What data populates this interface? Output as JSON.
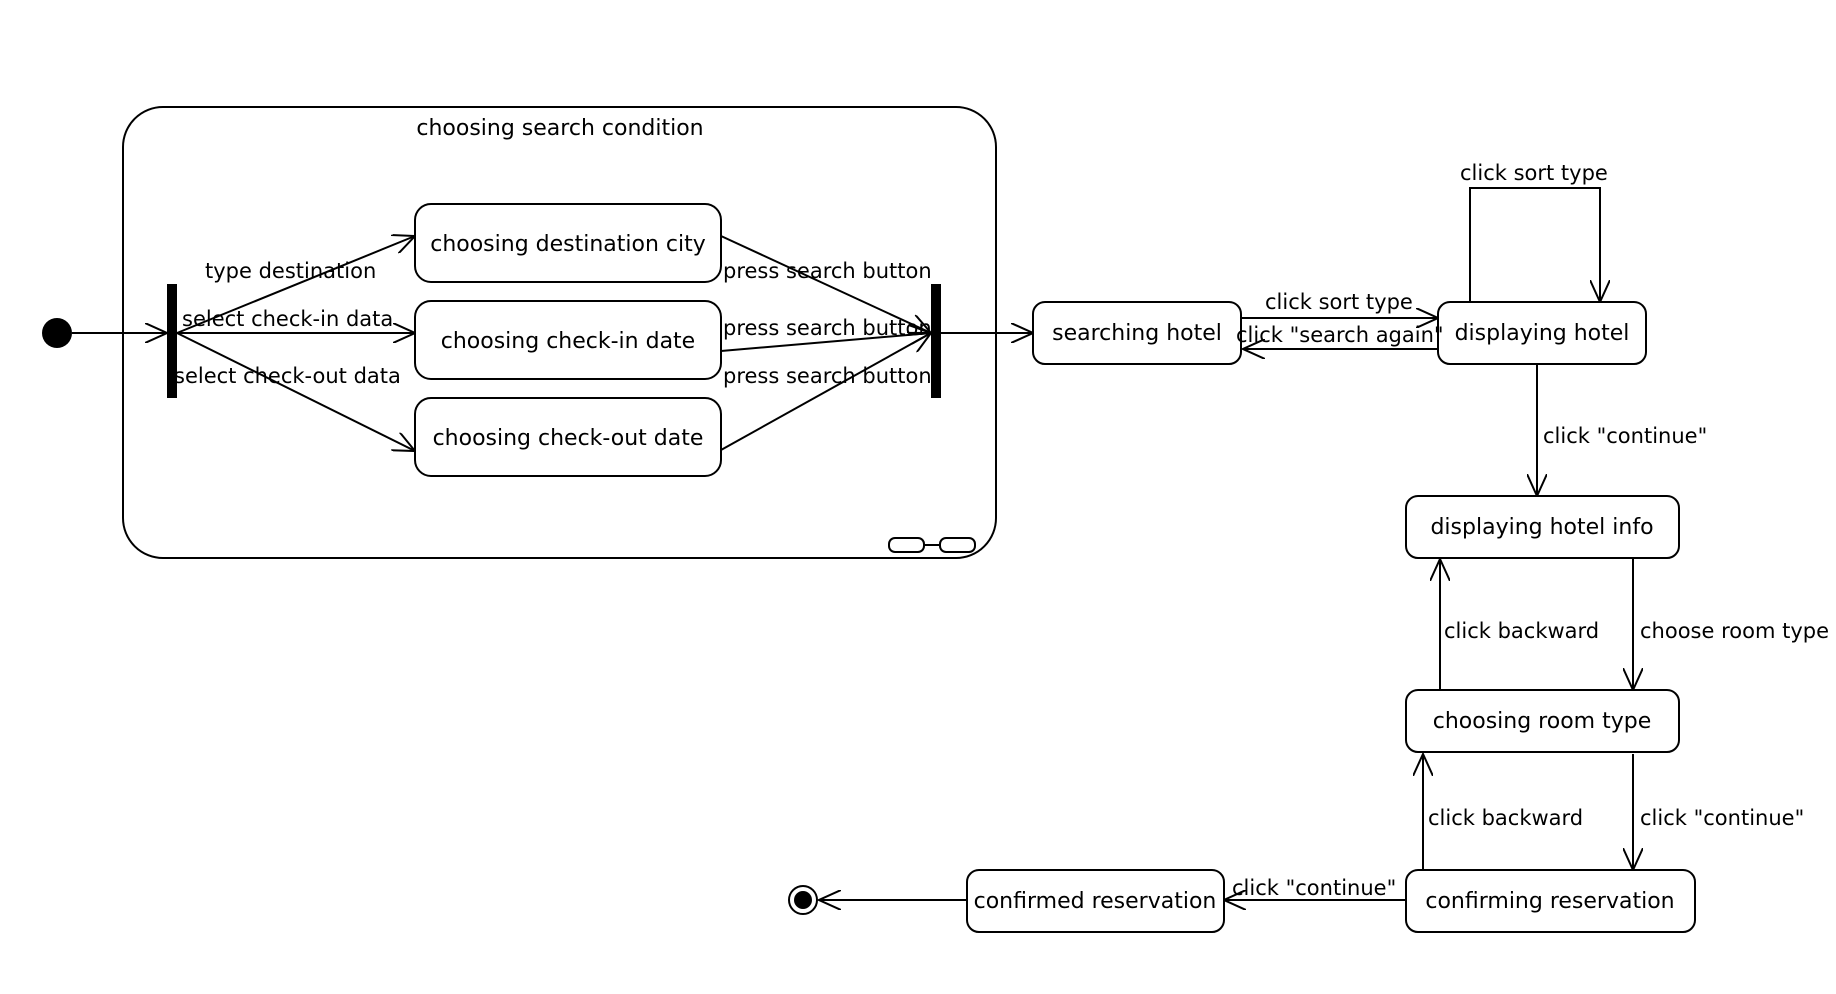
{
  "composite": {
    "title": "choosing search condition"
  },
  "states": {
    "choosing_destination_city": "choosing destination city",
    "choosing_checkin_date": "choosing check-in date",
    "choosing_checkout_date": "choosing check-out date",
    "searching_hotel": "searching hotel",
    "displaying_hotel": "displaying hotel",
    "displaying_hotel_info": "displaying hotel info",
    "choosing_room_type": "choosing room type",
    "confirming_reservation": "confirming reservation",
    "confirmed_reservation": "confirmed reservation"
  },
  "transitions": {
    "type_destination": "type destination",
    "select_checkin": "select check-in data",
    "select_checkout": "select check-out data",
    "press_search_1": "press search button",
    "press_search_2": "press search button",
    "press_search_3": "press search button",
    "click_sort_type_self": "click sort type",
    "click_sort_type": "click sort type",
    "click_search_again": "click \"search again\"",
    "click_continue_1": "click \"continue\"",
    "click_backward_1": "click backward",
    "choose_room_type": "choose room type",
    "click_backward_2": "click backward",
    "click_continue_2": "click \"continue\"",
    "click_continue_3": "click \"continue\""
  }
}
